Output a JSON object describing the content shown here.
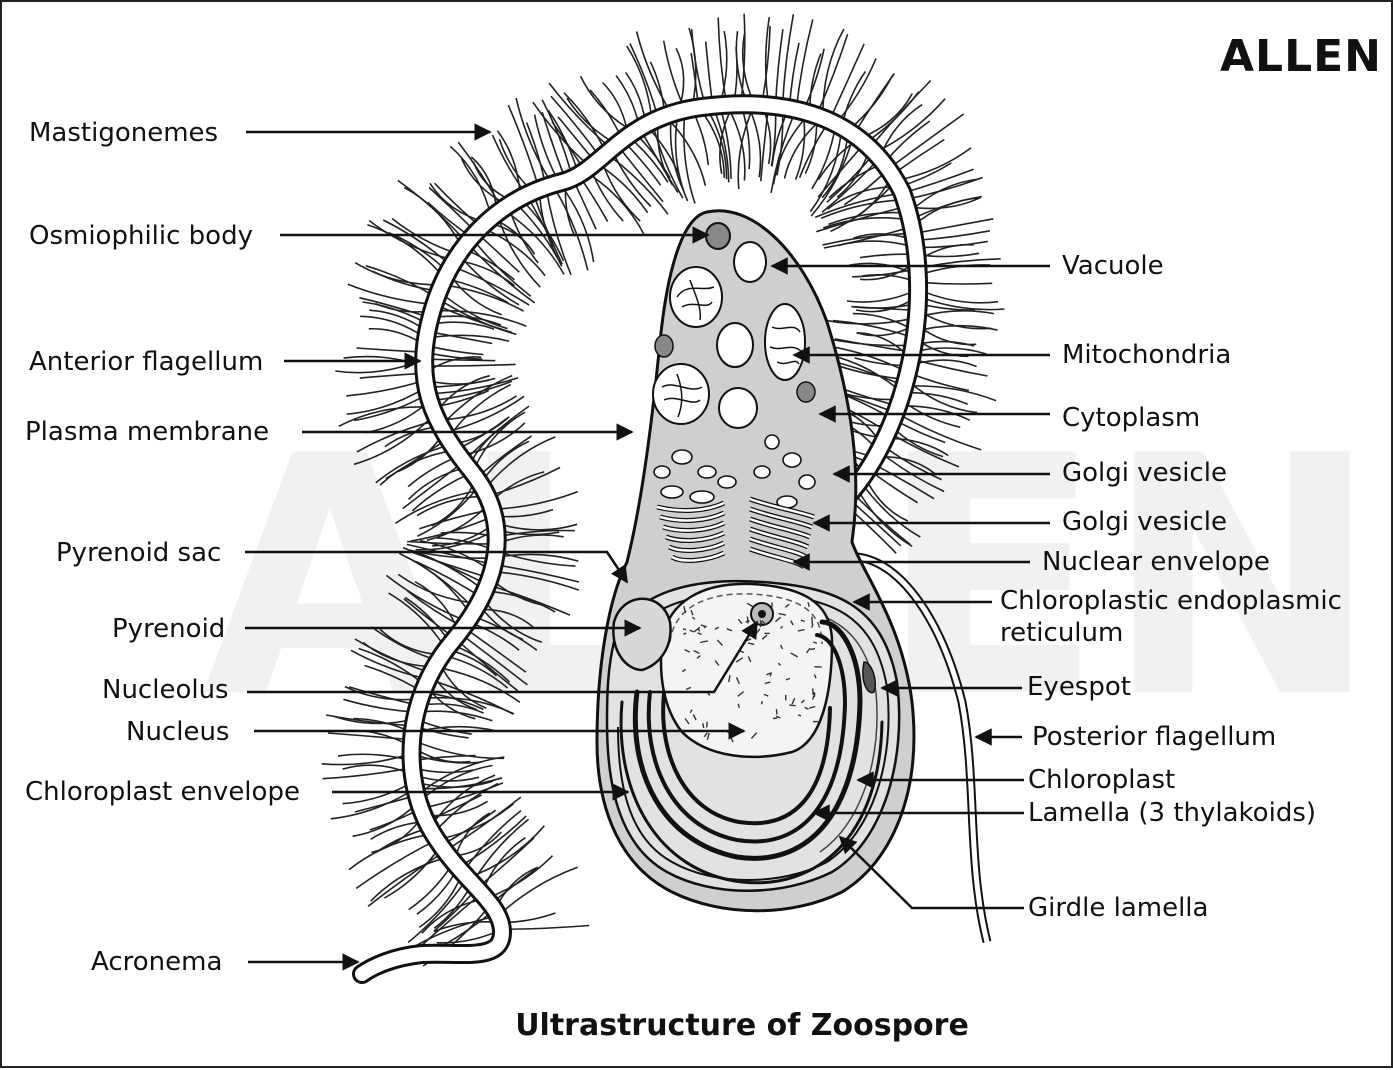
{
  "brand": {
    "logo_text": "ALLEN",
    "watermark_text": "ALLEN"
  },
  "title": "Ultrastructure of Zoospore",
  "labels": {
    "mastigonemes": "Mastigonemes",
    "osmiophilic_body": "Osmiophilic body",
    "anterior_flagellum": "Anterior flagellum",
    "plasma_membrane": "Plasma membrane",
    "pyrenoid_sac": "Pyrenoid sac",
    "pyrenoid": "Pyrenoid",
    "nucleolus": "Nucleolus",
    "nucleus": "Nucleus",
    "chloroplast_envelope": "Chloroplast envelope",
    "acronema": "Acronema",
    "vacuole": "Vacuole",
    "mitochondria": "Mitochondria",
    "cytoplasm": "Cytoplasm",
    "golgi_vesicle_1": "Golgi vesicle",
    "golgi_vesicle_2": "Golgi vesicle",
    "nuclear_envelope": "Nuclear envelope",
    "chloroplastic_er_line1": "Chloroplastic endoplasmic",
    "chloroplastic_er_line2": "reticulum",
    "eyespot": "Eyespot",
    "posterior_flagellum": "Posterior flagellum",
    "chloroplast": "Chloroplast",
    "lamella": "Lamella (3 thylakoids)",
    "girdle_lamella": "Girdle lamella"
  },
  "colors": {
    "ink": "#111111",
    "cell_fill": "#cfcfcf",
    "chloroplast_fill": "#e2e2e2",
    "nucleus_fill": "#f4f4f4"
  }
}
